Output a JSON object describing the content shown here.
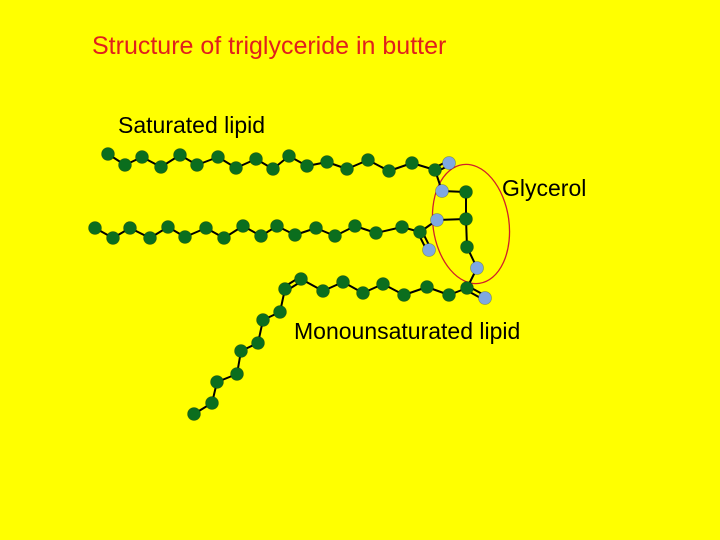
{
  "title": "Structure of triglyceride in butter",
  "labels": {
    "saturated": "Saturated lipid",
    "glycerol": "Glycerol",
    "monounsaturated": "Monounsaturated lipid"
  },
  "colors": {
    "background": "#ffff00",
    "title": "#e0201c",
    "carbon": "#0b6e1e",
    "oxygen": "#7fa8e0",
    "glycerol_outline": "#d0202a"
  }
}
